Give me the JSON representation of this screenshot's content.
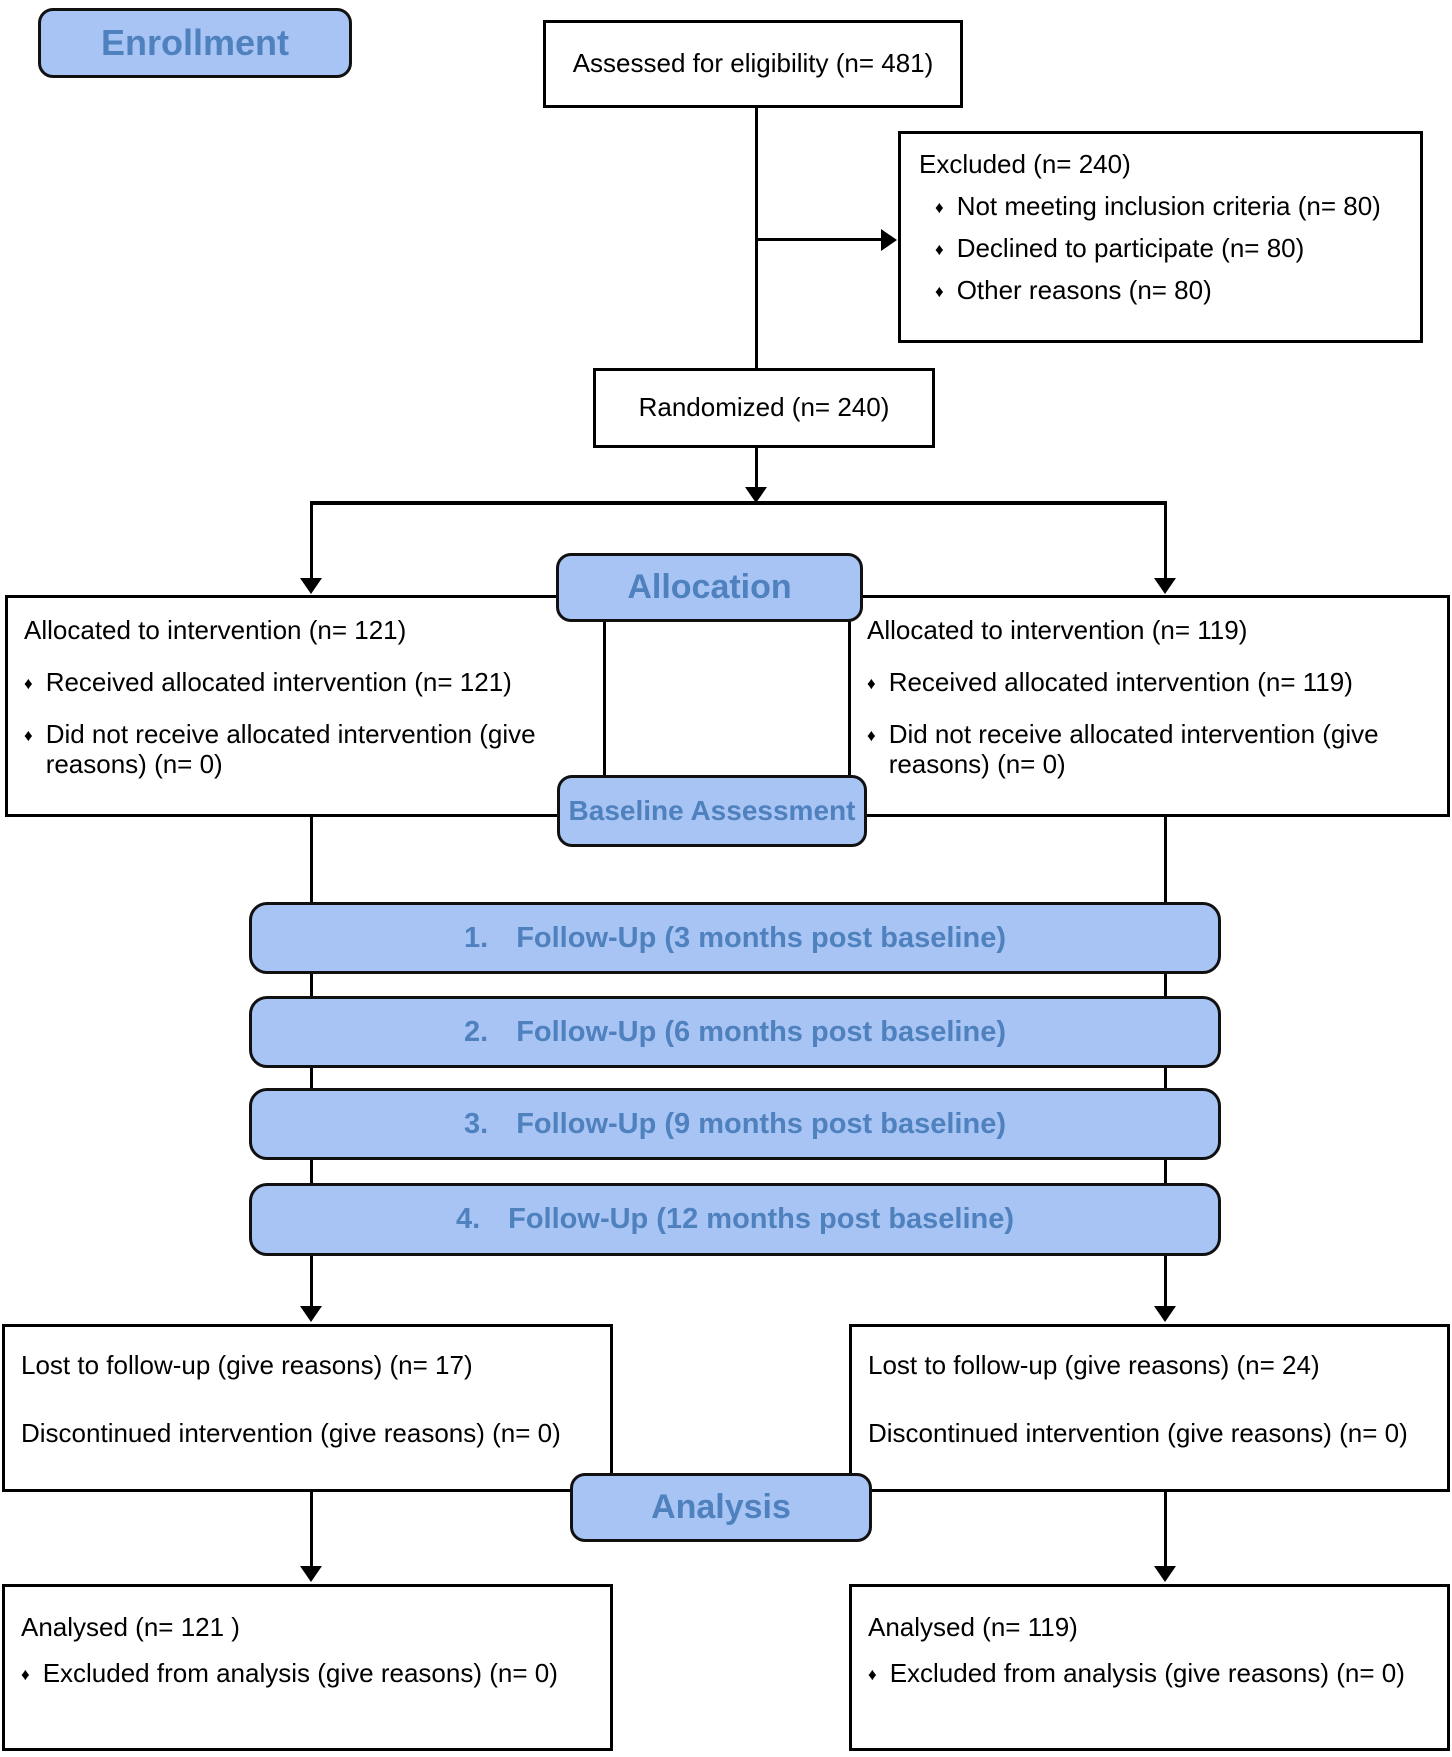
{
  "palette": {
    "box_fill_blue": "#A8C4F4",
    "label_text_blue": "#4E81BD",
    "line_color": "#000000",
    "box_background": "#FFFFFF"
  },
  "bullet_glyph": "♦",
  "phases": {
    "enrollment": "Enrollment",
    "allocation": "Allocation",
    "baseline": "Baseline Assessment",
    "analysis": "Analysis"
  },
  "assessed": {
    "text": "Assessed for eligibility (n= 481)"
  },
  "excluded": {
    "title": "Excluded  (n= 240)",
    "bullets": [
      "Not meeting inclusion criteria (n= 80)",
      "Declined to participate (n= 80)",
      "Other reasons (n= 80)"
    ]
  },
  "randomized": {
    "text": "Randomized (n= 240)"
  },
  "allocation_left": {
    "title": "Allocated to intervention (n= 121)",
    "bullets": [
      "Received allocated intervention (n= 121)",
      "Did not receive allocated intervention (give reasons) (n= 0)"
    ]
  },
  "allocation_right": {
    "title": "Allocated to intervention (n= 119)",
    "bullets": [
      "Received allocated intervention (n= 119)",
      "Did not receive allocated intervention (give reasons) (n= 0)"
    ]
  },
  "followups": [
    {
      "num": "1.",
      "text": "Follow-Up (3 months post baseline)"
    },
    {
      "num": "2.",
      "text": "Follow-Up (6 months post baseline)"
    },
    {
      "num": "3.",
      "text": "Follow-Up (9 months post baseline)"
    },
    {
      "num": "4.",
      "text": "Follow-Up (12 months post baseline)"
    }
  ],
  "lost_left": {
    "line1": "Lost to follow-up (give reasons) (n= 17)",
    "line2": "Discontinued intervention (give reasons) (n= 0)"
  },
  "lost_right": {
    "line1": "Lost to follow-up (give reasons) (n= 24)",
    "line2": "Discontinued intervention (give reasons) (n= 0)"
  },
  "analysed_left": {
    "title": "Analysed  (n= 121 )",
    "bullet": "Excluded from analysis (give reasons) (n= 0)"
  },
  "analysed_right": {
    "title": "Analysed  (n= 119)",
    "bullet": "Excluded from analysis (give reasons) (n= 0)"
  }
}
